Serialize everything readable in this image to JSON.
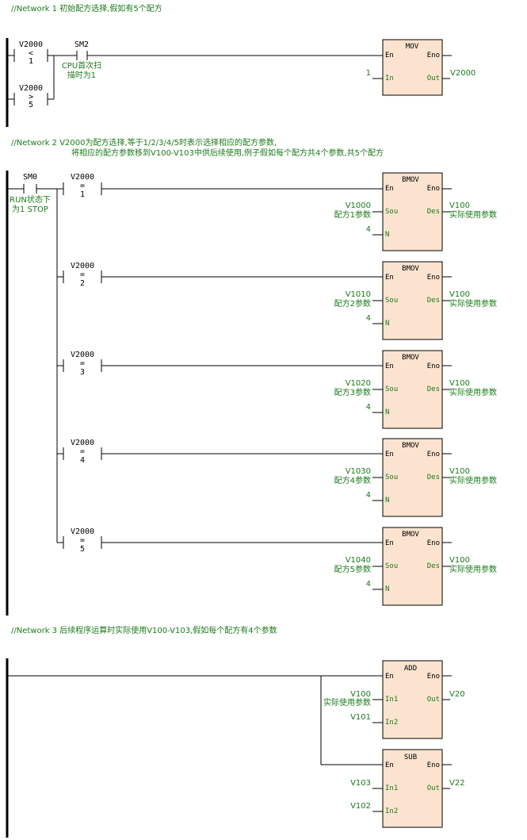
{
  "networks": [
    {
      "comment_line1": "//Network 1  初始配方选择,假如有5个配方",
      "comment_line2": "",
      "contacts": [
        {
          "addr": "V2000",
          "op": "<",
          "val": "1"
        },
        {
          "addr": "V2000",
          "op": ">",
          "val": "5"
        },
        {
          "addr": "SM2",
          "note1": "CPU首次扫",
          "note2": "描时为1"
        }
      ],
      "blocks": [
        {
          "name": "MOV",
          "en": "En",
          "eno": "Eno",
          "in1": "In",
          "in1_val": "1",
          "out": "Out",
          "out_val": "V2000"
        }
      ]
    },
    {
      "comment_line1": "//Network 2  V2000为配方选择,等于1/2/3/4/5时表示选择相应的配方参数,",
      "comment_line2": "将相应的配方参数移到V100-V103中供后续使用,例子假如每个配方共4个参数,共5个配方",
      "contacts": [
        {
          "addr": "SM0",
          "note1": "RUN状态下",
          "note2": "为1 STOP"
        },
        {
          "addr": "V2000",
          "op": "=",
          "val": "1"
        },
        {
          "addr": "V2000",
          "op": "=",
          "val": "2"
        },
        {
          "addr": "V2000",
          "op": "=",
          "val": "3"
        },
        {
          "addr": "V2000",
          "op": "=",
          "val": "4"
        },
        {
          "addr": "V2000",
          "op": "=",
          "val": "5"
        }
      ],
      "blocks": [
        {
          "name": "BMOV",
          "en": "En",
          "eno": "Eno",
          "in1": "Sou",
          "in1_val": "V1000",
          "in1_note": "配方1参数",
          "in2": "N",
          "in2_val": "4",
          "out": "Des",
          "out_val": "V100",
          "out_note": "实际使用参数"
        },
        {
          "name": "BMOV",
          "en": "En",
          "eno": "Eno",
          "in1": "Sou",
          "in1_val": "V1010",
          "in1_note": "配方2参数",
          "in2": "N",
          "in2_val": "4",
          "out": "Des",
          "out_val": "V100",
          "out_note": "实际使用参数"
        },
        {
          "name": "BMOV",
          "en": "En",
          "eno": "Eno",
          "in1": "Sou",
          "in1_val": "V1020",
          "in1_note": "配方3参数",
          "in2": "N",
          "in2_val": "4",
          "out": "Des",
          "out_val": "V100",
          "out_note": "实际使用参数"
        },
        {
          "name": "BMOV",
          "en": "En",
          "eno": "Eno",
          "in1": "Sou",
          "in1_val": "V1030",
          "in1_note": "配方4参数",
          "in2": "N",
          "in2_val": "4",
          "out": "Des",
          "out_val": "V100",
          "out_note": "实际使用参数"
        },
        {
          "name": "BMOV",
          "en": "En",
          "eno": "Eno",
          "in1": "Sou",
          "in1_val": "V1040",
          "in1_note": "配方5参数",
          "in2": "N",
          "in2_val": "4",
          "out": "Des",
          "out_val": "V100",
          "out_note": "实际使用参数"
        }
      ]
    },
    {
      "comment_line1": "//Network 3  后续程序运算时实际使用V100-V103,假如每个配方有4个参数",
      "comment_line2": "",
      "contacts": [],
      "blocks": [
        {
          "name": "ADD",
          "en": "En",
          "eno": "Eno",
          "in1": "In1",
          "in1_val": "V100",
          "in1_note": "实际使用参数",
          "in2": "In2",
          "in2_val": "V101",
          "out": "Out",
          "out_val": "V20"
        },
        {
          "name": "SUB",
          "en": "En",
          "eno": "Eno",
          "in1": "In1",
          "in1_val": "V103",
          "in2": "In2",
          "in2_val": "V102",
          "out": "Out",
          "out_val": "V22"
        }
      ]
    }
  ]
}
